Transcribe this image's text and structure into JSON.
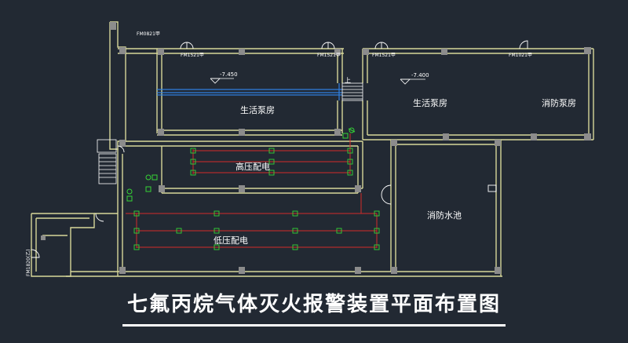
{
  "colors": {
    "background": "#222933",
    "wall": "#d7d79a",
    "column": "#8c8c8c",
    "detector_line": "#d42a2a",
    "device": "#36d436",
    "door": "#ffffff",
    "pipe": "#2f7fe0",
    "text": "#ffffff"
  },
  "caption": "七氟丙烷气体灭火报警装置平面布置图",
  "rooms": {
    "domestic_pump_left": "生活泵房",
    "domestic_pump_right": "生活泵房",
    "fire_pump": "消防泵房",
    "high_voltage": "高压配电",
    "low_voltage": "低压配电",
    "fire_pool": "消防水池"
  },
  "elevations": {
    "left": "-7.450",
    "right": "-7.400"
  },
  "door_tags": {
    "d1": "FM0821甲",
    "d2": "FM1521甲",
    "d3": "FM1521甲",
    "d4": "FM1521甲",
    "d5": "FM1021甲",
    "d6": "FM1820(乙)"
  },
  "stair_label": "上",
  "icons": [
    "door-swing-icon",
    "smoke-detector-icon",
    "alarm-bell-icon",
    "elevation-marker-icon"
  ]
}
